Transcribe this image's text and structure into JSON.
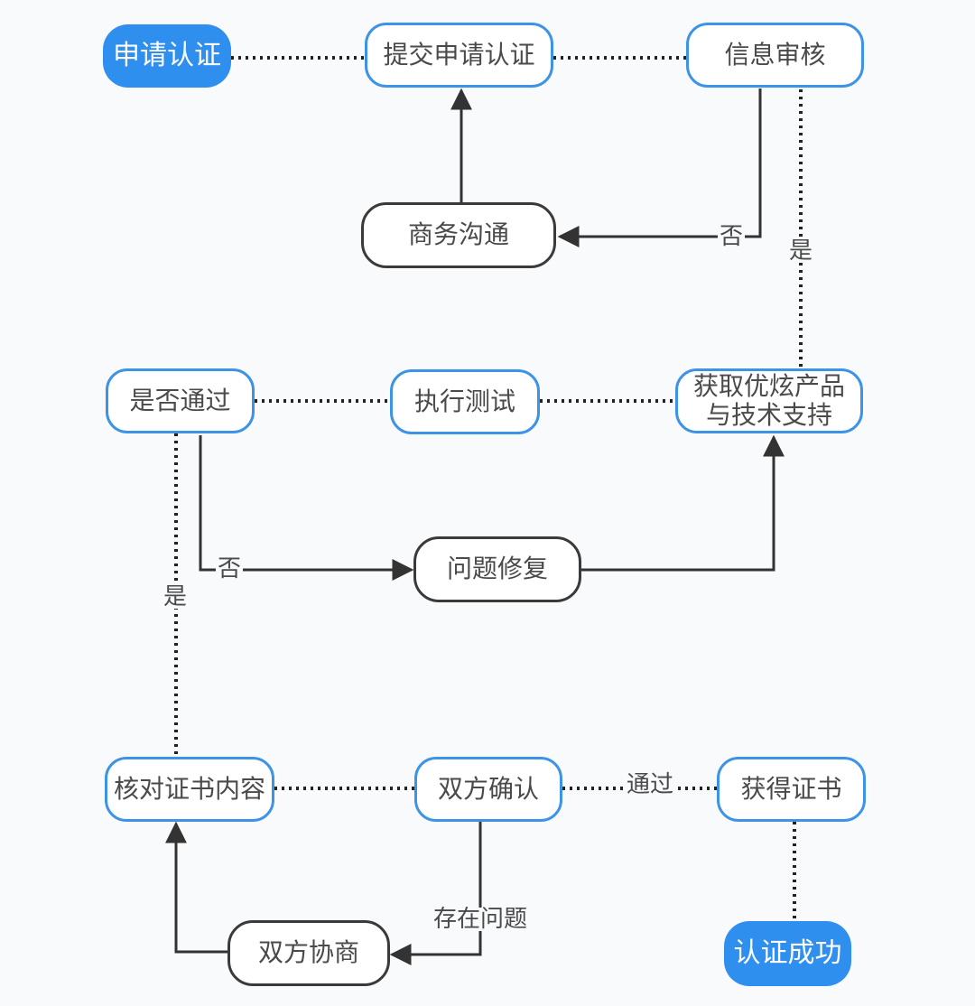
{
  "nodes": {
    "apply": "申请认证",
    "submit": "提交申请认证",
    "review": "信息审核",
    "business": "商务沟通",
    "get_support": "获取优炫产品\n与技术支持",
    "test": "执行测试",
    "pass_check": "是否通过",
    "fix": "问题修复",
    "verify_cert": "核对证书内容",
    "confirm": "双方确认",
    "get_cert": "获得证书",
    "negotiate": "双方协商",
    "success": "认证成功"
  },
  "edge_labels": {
    "review_no": "否",
    "review_yes": "是",
    "pass_no": "否",
    "pass_yes": "是",
    "confirm_pass": "通过",
    "confirm_issue": "存在问题"
  },
  "colors": {
    "accent": "#2f8fee",
    "node_border_blue": "#3d93e6",
    "node_border_dark": "#3a3a3a",
    "line": "#333333",
    "background": "#f9fafb"
  }
}
